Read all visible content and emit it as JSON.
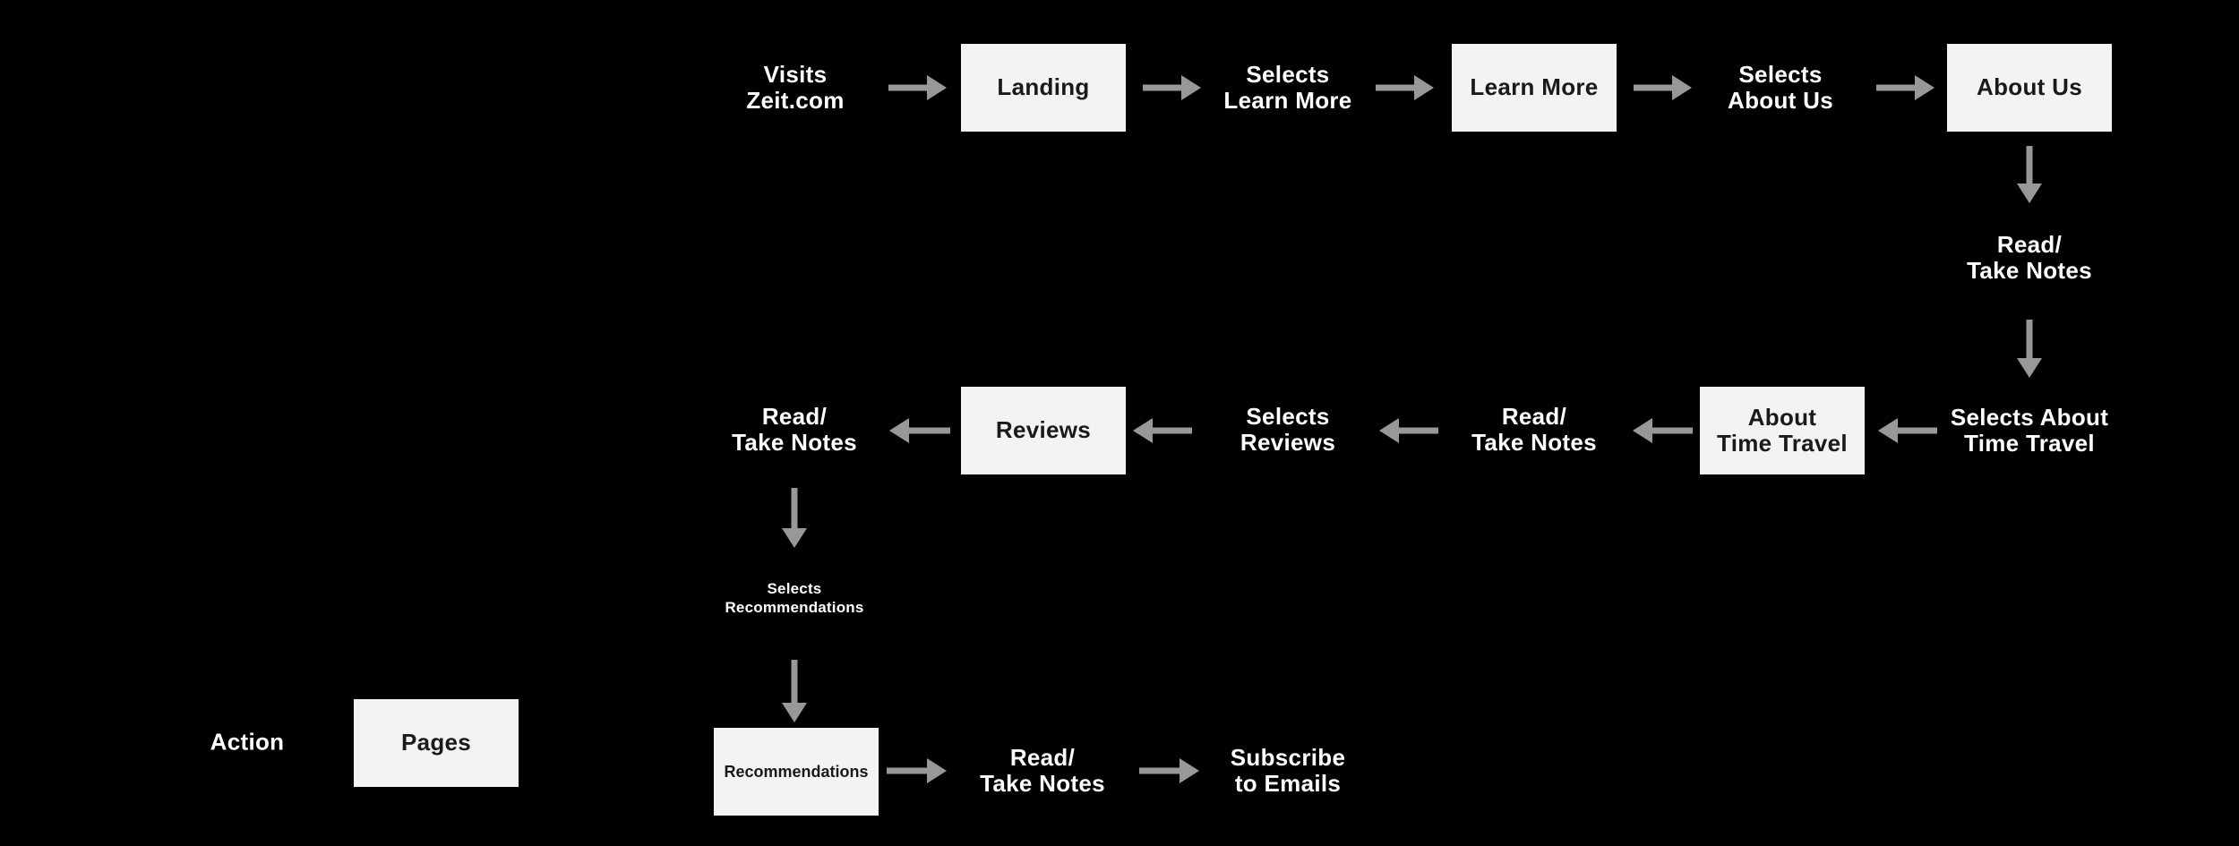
{
  "colors": {
    "background": "#000000",
    "page_box_fill": "#f4f3f1",
    "page_box_text": "#1a1a1a",
    "action_text": "#ffffff",
    "arrow": "#989898"
  },
  "legend": {
    "action_label": "Action",
    "pages_label": "Pages"
  },
  "flow": {
    "visits_zeit": "Visits\nZeit.com",
    "landing": "Landing",
    "selects_learn_more": "Selects\nLearn More",
    "learn_more": "Learn More",
    "selects_about_us": "Selects\nAbout Us",
    "about_us": "About Us",
    "read_take_notes_after_about_us": "Read/\nTake Notes",
    "selects_about_time_travel": "Selects About\nTime Travel",
    "about_time_travel": "About\nTime Travel",
    "read_take_notes_after_time_travel": "Read/\nTake Notes",
    "selects_reviews": "Selects\nReviews",
    "reviews": "Reviews",
    "read_take_notes_after_reviews": "Read/\nTake Notes",
    "selects_recommendations": "Selects\nRecommendations",
    "recommendations": "Recommendations",
    "read_take_notes_after_recommendations": "Read/\nTake Notes",
    "subscribe_to_emails": "Subscribe\nto Emails"
  }
}
